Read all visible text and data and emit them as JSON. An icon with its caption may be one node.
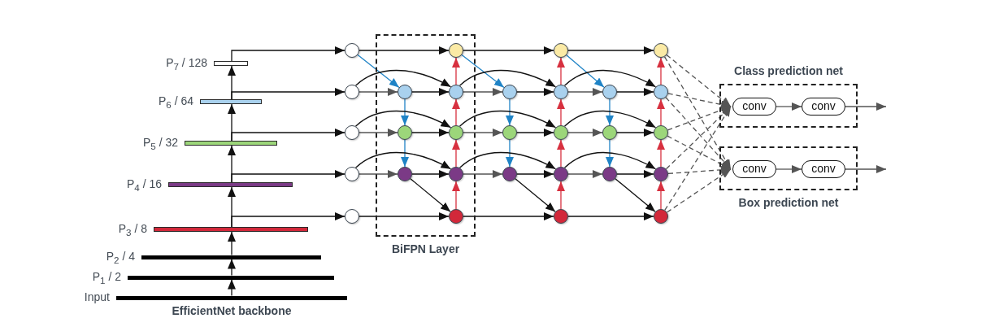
{
  "diagram": {
    "nodes": [
      {
        "text": [
          "P$_{7}$ / 128"
        ]
      },
      {
        "text": [
          "P$_{6}$ / 64"
        ]
      },
      {
        "text": [
          "P$_{5}$ / 32"
        ]
      },
      {
        "text": [
          "P$_{4}$ / 16"
        ]
      },
      {
        "text": [
          "P$_{3}$ / 8"
        ]
      },
      {
        "text": [
          "P$_{2}$ / 4"
        ]
      },
      {
        "text": [
          "P$_{1}$ / 2"
        ]
      },
      {
        "text": [
          "Input"
        ]
      },
      {
        "text": [],
        "shape": "circle"
      },
      {
        "text": [],
        "shape": "circle"
      },
      {
        "text": [],
        "shape": "circle"
      },
      {
        "text": [],
        "shape": "circle"
      },
      {
        "text": [],
        "shape": "circle"
      },
      {
        "text": [
          "BiFPN Layer"
        ]
      },
      {
        "text": [],
        "shape": "circle",
        "in": 13
      },
      {
        "text": [],
        "shape": "circle",
        "in": 13
      },
      {
        "text": [],
        "shape": "circle",
        "in": 13
      },
      {
        "text": [],
        "shape": "circle",
        "in": 13
      },
      {
        "text": [],
        "shape": "circle",
        "in": 13
      },
      {
        "text": [],
        "shape": "circle",
        "in": 13
      },
      {
        "text": [],
        "shape": "circle",
        "in": 13
      },
      {
        "text": [],
        "shape": "circle",
        "in": 13
      },
      {
        "text": [],
        "shape": "circle"
      },
      {
        "text": [],
        "shape": "circle"
      },
      {
        "text": [],
        "shape": "circle"
      },
      {
        "text": [],
        "shape": "circle"
      },
      {
        "text": [],
        "shape": "circle"
      },
      {
        "text": [],
        "shape": "circle"
      },
      {
        "text": [],
        "shape": "circle"
      },
      {
        "text": [],
        "shape": "circle"
      },
      {
        "text": [],
        "shape": "circle"
      },
      {
        "text": [],
        "shape": "circle"
      },
      {
        "text": [],
        "shape": "circle"
      },
      {
        "text": [],
        "shape": "circle"
      },
      {
        "text": [],
        "shape": "circle"
      },
      {
        "text": [],
        "shape": "circle"
      },
      {
        "text": [],
        "shape": "circle"
      },
      {
        "text": [],
        "shape": "circle"
      },
      {
        "text": [
          "Class prediction net"
        ]
      },
      {
        "text": [
          "conv"
        ],
        "in": 38
      },
      {
        "text": [
          "conv"
        ],
        "in": 38
      },
      {
        "text": [
          "Box prediction net"
        ]
      },
      {
        "text": [
          "conv"
        ],
        "in": 41
      },
      {
        "text": [
          "conv"
        ],
        "in": 41
      }
    ],
    "edges": [
      {
        "from": 7,
        "to": 6,
        "arrow": "to"
      },
      {
        "from": 6,
        "to": 5,
        "arrow": "to"
      },
      {
        "from": 5,
        "to": 4,
        "arrow": "to"
      },
      {
        "from": 4,
        "to": 3,
        "arrow": "to"
      },
      {
        "from": 3,
        "to": 2,
        "arrow": "to"
      },
      {
        "from": 2,
        "to": 1,
        "arrow": "to"
      },
      {
        "from": 1,
        "to": 0,
        "arrow": "to"
      },
      {
        "from": 0,
        "to": 8,
        "arrow": "to"
      },
      {
        "from": 1,
        "to": 9,
        "arrow": "to"
      },
      {
        "from": 2,
        "to": 10,
        "arrow": "to"
      },
      {
        "from": 3,
        "to": 11,
        "arrow": "to"
      },
      {
        "from": 4,
        "to": 12,
        "arrow": "to"
      },
      {
        "from": 8,
        "to": 14,
        "arrow": "to",
        "color": "#1f83c6"
      },
      {
        "from": 8,
        "to": 17,
        "arrow": "to"
      },
      {
        "from": 18,
        "to": 17,
        "arrow": "to",
        "color": "#d7303f"
      },
      {
        "from": 9,
        "to": 14,
        "arrow": "to",
        "color": "#555555"
      },
      {
        "from": 9,
        "to": 18,
        "arrow": "to"
      },
      {
        "from": 14,
        "to": 18,
        "arrow": "to"
      },
      {
        "from": 14,
        "to": 15,
        "arrow": "to",
        "color": "#1f83c6"
      },
      {
        "from": 19,
        "to": 18,
        "arrow": "to",
        "color": "#d7303f"
      },
      {
        "from": 10,
        "to": 15,
        "arrow": "to",
        "color": "#555555"
      },
      {
        "from": 10,
        "to": 19,
        "arrow": "to"
      },
      {
        "from": 15,
        "to": 19,
        "arrow": "to"
      },
      {
        "from": 15,
        "to": 16,
        "arrow": "to",
        "color": "#1f83c6"
      },
      {
        "from": 20,
        "to": 19,
        "arrow": "to",
        "color": "#d7303f"
      },
      {
        "from": 11,
        "to": 16,
        "arrow": "to",
        "color": "#555555"
      },
      {
        "from": 11,
        "to": 20,
        "arrow": "to"
      },
      {
        "from": 16,
        "to": 20,
        "arrow": "to"
      },
      {
        "from": 16,
        "to": 21,
        "arrow": "to"
      },
      {
        "from": 21,
        "to": 20,
        "arrow": "to",
        "color": "#d7303f"
      },
      {
        "from": 12,
        "to": 21,
        "arrow": "to"
      },
      {
        "from": 17,
        "to": 22,
        "arrow": "to",
        "color": "#1f83c6"
      },
      {
        "from": 17,
        "to": 25,
        "arrow": "to"
      },
      {
        "from": 26,
        "to": 25,
        "arrow": "to",
        "color": "#d7303f"
      },
      {
        "from": 18,
        "to": 22,
        "arrow": "to",
        "color": "#555555"
      },
      {
        "from": 18,
        "to": 26,
        "arrow": "to"
      },
      {
        "from": 22,
        "to": 26,
        "arrow": "to"
      },
      {
        "from": 22,
        "to": 23,
        "arrow": "to",
        "color": "#1f83c6"
      },
      {
        "from": 27,
        "to": 26,
        "arrow": "to",
        "color": "#d7303f"
      },
      {
        "from": 19,
        "to": 23,
        "arrow": "to",
        "color": "#555555"
      },
      {
        "from": 19,
        "to": 27,
        "arrow": "to"
      },
      {
        "from": 23,
        "to": 27,
        "arrow": "to"
      },
      {
        "from": 23,
        "to": 24,
        "arrow": "to",
        "color": "#1f83c6"
      },
      {
        "from": 28,
        "to": 27,
        "arrow": "to",
        "color": "#d7303f"
      },
      {
        "from": 20,
        "to": 24,
        "arrow": "to",
        "color": "#555555"
      },
      {
        "from": 20,
        "to": 28,
        "arrow": "to"
      },
      {
        "from": 24,
        "to": 28,
        "arrow": "to"
      },
      {
        "from": 24,
        "to": 29,
        "arrow": "to"
      },
      {
        "from": 29,
        "to": 28,
        "arrow": "to",
        "color": "#d7303f"
      },
      {
        "from": 21,
        "to": 29,
        "arrow": "to"
      },
      {
        "from": 25,
        "to": 30,
        "arrow": "to",
        "color": "#1f83c6"
      },
      {
        "from": 25,
        "to": 33,
        "arrow": "to"
      },
      {
        "from": 34,
        "to": 33,
        "arrow": "to",
        "color": "#d7303f"
      },
      {
        "from": 26,
        "to": 30,
        "arrow": "to",
        "color": "#555555"
      },
      {
        "from": 26,
        "to": 34,
        "arrow": "to"
      },
      {
        "from": 30,
        "to": 34,
        "arrow": "to"
      },
      {
        "from": 30,
        "to": 31,
        "arrow": "to",
        "color": "#1f83c6"
      },
      {
        "from": 35,
        "to": 34,
        "arrow": "to",
        "color": "#d7303f"
      },
      {
        "from": 27,
        "to": 31,
        "arrow": "to",
        "color": "#555555"
      },
      {
        "from": 27,
        "to": 35,
        "arrow": "to"
      },
      {
        "from": 31,
        "to": 35,
        "arrow": "to"
      },
      {
        "from": 31,
        "to": 32,
        "arrow": "to",
        "color": "#1f83c6"
      },
      {
        "from": 36,
        "to": 35,
        "arrow": "to",
        "color": "#d7303f"
      },
      {
        "from": 28,
        "to": 32,
        "arrow": "to",
        "color": "#555555"
      },
      {
        "from": 28,
        "to": 36,
        "arrow": "to"
      },
      {
        "from": 32,
        "to": 36,
        "arrow": "to"
      },
      {
        "from": 32,
        "to": 37,
        "arrow": "to"
      },
      {
        "from": 37,
        "to": 36,
        "arrow": "to",
        "color": "#d7303f"
      },
      {
        "from": 29,
        "to": 37,
        "arrow": "to"
      },
      {
        "from": 33,
        "to": 39,
        "arrow": "to",
        "style": "dashed",
        "color": "#555555"
      },
      {
        "from": 34,
        "to": 39,
        "arrow": "to",
        "style": "dashed",
        "color": "#555555"
      },
      {
        "from": 35,
        "to": 39,
        "arrow": "to",
        "style": "dashed",
        "color": "#555555"
      },
      {
        "from": 36,
        "to": 39,
        "arrow": "to",
        "style": "dashed",
        "color": "#555555"
      },
      {
        "from": 37,
        "to": 39,
        "arrow": "to",
        "style": "dashed",
        "color": "#555555"
      },
      {
        "from": 33,
        "to": 42,
        "arrow": "to",
        "style": "dashed",
        "color": "#555555"
      },
      {
        "from": 34,
        "to": 42,
        "arrow": "to",
        "style": "dashed",
        "color": "#555555"
      },
      {
        "from": 35,
        "to": 42,
        "arrow": "to",
        "style": "dashed",
        "color": "#555555"
      },
      {
        "from": 36,
        "to": 42,
        "arrow": "to",
        "style": "dashed",
        "color": "#555555"
      },
      {
        "from": 37,
        "to": 42,
        "arrow": "to",
        "style": "dashed",
        "color": "#555555"
      },
      {
        "from": 39,
        "to": 40,
        "arrow": "to",
        "color": "#555555"
      },
      {
        "from": 40,
        "to": null,
        "arrow": "to",
        "color": "#555555"
      },
      {
        "from": 42,
        "to": 43,
        "arrow": "to",
        "color": "#555555"
      },
      {
        "from": 43,
        "to": null,
        "arrow": "to",
        "color": "#555555"
      }
    ],
    "labels": [
      "EfficientNet backbone"
    ]
  }
}
